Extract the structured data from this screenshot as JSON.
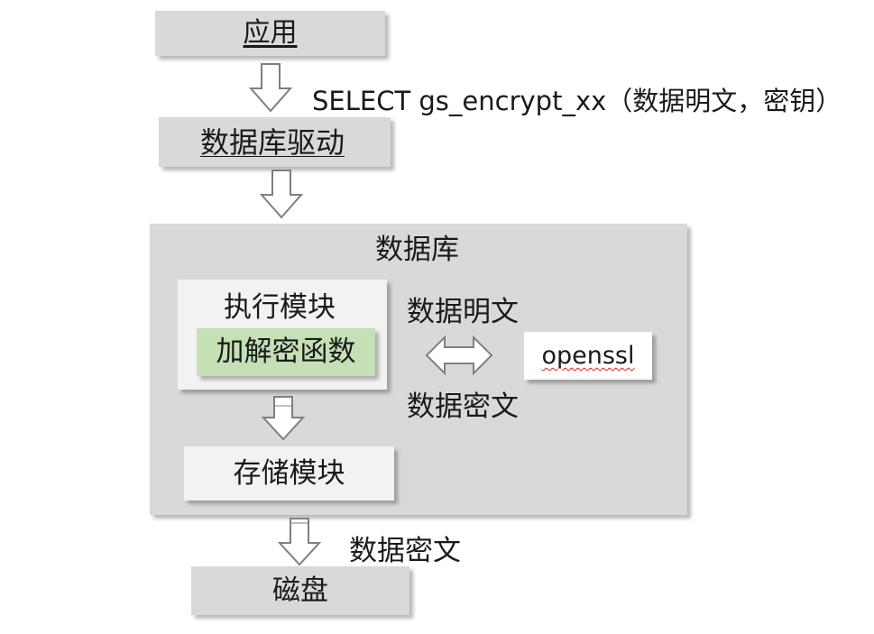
{
  "app": {
    "label": "应用"
  },
  "sql_call": {
    "label": "SELECT gs_encrypt_xx（数据明文，密钥）"
  },
  "driver": {
    "label": "数据库驱动"
  },
  "database": {
    "title": "数据库",
    "exec_module": "执行模块",
    "crypto_function": "加解密函数",
    "plaintext_label": "数据明文",
    "ciphertext_label": "数据密文",
    "openssl": "openssl",
    "storage_module": "存储模块"
  },
  "disk_ciphertext_label": "数据密文",
  "disk": {
    "label": "磁盘"
  },
  "colors": {
    "box_gray": "#d9d9d9",
    "box_light": "#f2f2f2",
    "crypto_green": "#c5e0b4",
    "arrow_stroke": "#7f7f7f"
  }
}
